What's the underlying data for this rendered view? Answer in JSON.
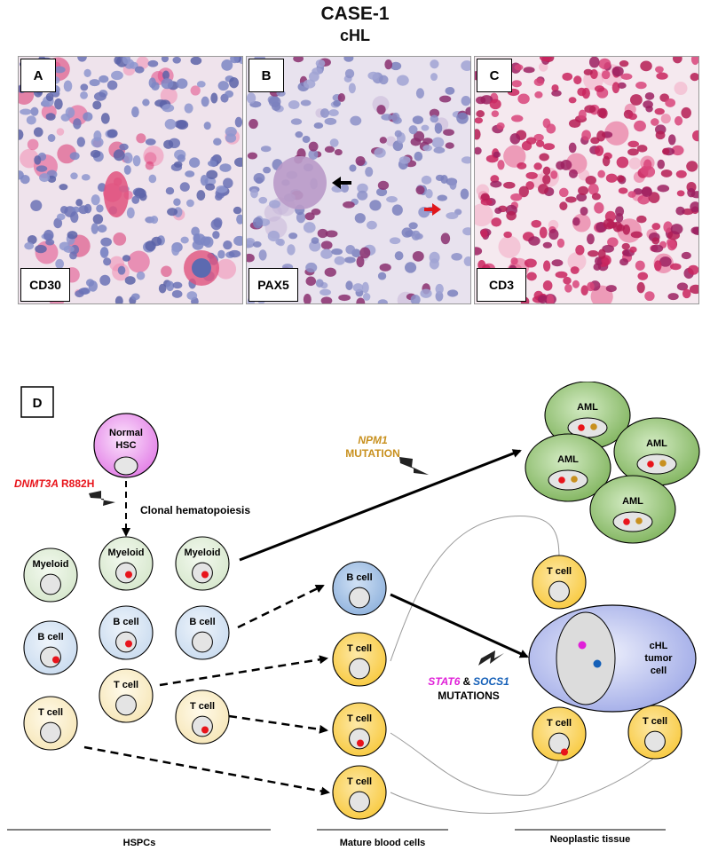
{
  "header": {
    "case_title": "CASE-1",
    "subtitle": "cHL"
  },
  "panels": [
    {
      "letter": "A",
      "stain": "CD30"
    },
    {
      "letter": "B",
      "stain": "PAX5"
    },
    {
      "letter": "C",
      "stain": "CD3"
    }
  ],
  "diagram": {
    "letter": "D",
    "normal_hsc": "Normal HSC",
    "dnmt3a_gene": "DNMT3A",
    "dnmt3a_variant": "R882H",
    "clonal_label": "Clonal hematopoiesis",
    "npm1_gene": "NPM1",
    "npm1_mutation": "MUTATION",
    "stat6_gene": "STAT6",
    "amp": "&",
    "socs1_gene": "SOCS1",
    "stat_mutations": "MUTATIONS",
    "myeloid": "Myeloid",
    "b_cell": "B cell",
    "t_cell": "T cell",
    "aml": "AML",
    "chl_tumor_cell": "cHL tumor cell",
    "section_hspcs": "HSPCs",
    "section_mature": "Mature blood cells",
    "section_neoplastic": "Neoplastic tissue"
  },
  "colors": {
    "mutation_dnmt3a": "#e8141b",
    "mutation_npm1": "#c8901e",
    "mutation_stat6": "#e020d8",
    "mutation_socs1": "#1560b8",
    "myeloid_fill": "#e3efdc",
    "bcell_fill": "#d9e6f4",
    "tcell_fill": "#fbf1d5",
    "aml_fill": "#8cc06c",
    "hsc_fill": "#e880ec",
    "mature_b_fill": "#9dbde3",
    "mature_t_fill": "#fbd25a"
  }
}
